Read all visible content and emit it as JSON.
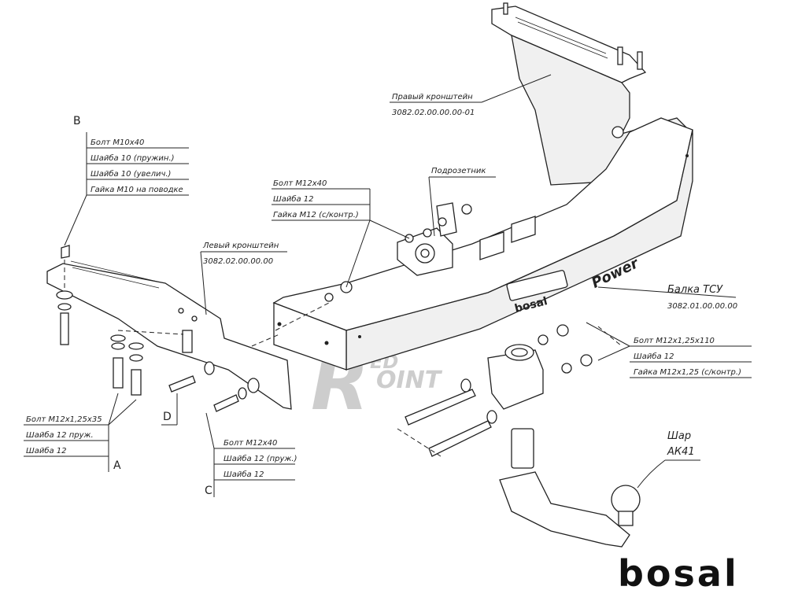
{
  "labels": {
    "right_bracket": "Правый кронштейн",
    "right_bracket_code": "3082.02.00.00.00-01",
    "left_bracket": "Левый кронштейн",
    "left_bracket_code": "3082.02.00.00.00",
    "socket_plate": "Подрозетник",
    "beam": "Балка ТСУ",
    "beam_code": "3082.01.00.00.00",
    "ball": "Шар",
    "ball_code": "АК41",
    "beam_sticker": "Power",
    "beam_logo": "bosal"
  },
  "groups": {
    "B": {
      "letter": "B",
      "items": [
        "Болт М10х40",
        "Шайба 10 (пружин.)",
        "Шайба 10 (увелич.)",
        "Гайка М10 на поводке"
      ]
    },
    "A": {
      "letter": "A",
      "items": [
        "Болт М12х1,25х35",
        "Шайба 12 пруж.",
        "Шайба 12"
      ]
    },
    "C": {
      "letter": "C",
      "items": [
        "Болт М12х40",
        "Шайба 12 (пруж.)",
        "Шайба 12"
      ]
    },
    "D": {
      "letter": "D"
    },
    "top": {
      "items": [
        "Болт М12х40",
        "Шайба 12",
        "Гайка М12 (с/контр.)"
      ]
    },
    "right": {
      "items": [
        "Болт М12х1,25х110",
        "Шайба 12",
        "Гайка М12х1,25 (с/контр.)"
      ]
    }
  },
  "brand": {
    "logo": "bosal",
    "watermark_r": "R",
    "watermark_top": "ED",
    "watermark_bottom": "OINT"
  }
}
